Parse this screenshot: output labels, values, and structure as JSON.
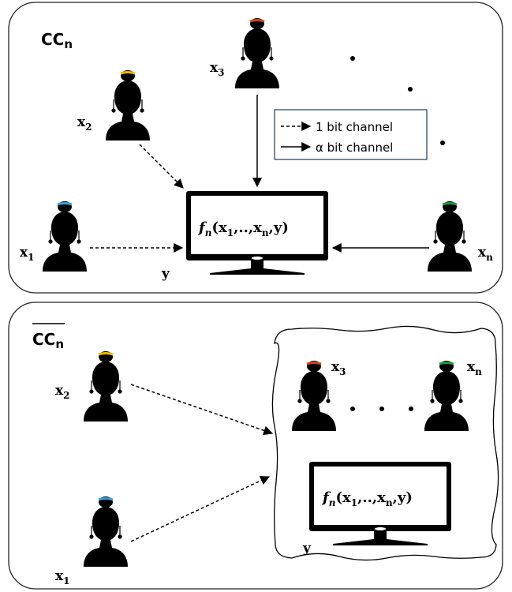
{
  "panel_top": {
    "title_main": "CC",
    "title_sub": "n",
    "parties": [
      {
        "name": "x",
        "sub": "1",
        "hair": "#3aa0e0"
      },
      {
        "name": "x",
        "sub": "2",
        "hair": "#f0b800"
      },
      {
        "name": "x",
        "sub": "3",
        "hair": "#d2451e"
      },
      {
        "name": "x",
        "sub": "n",
        "hair": "#1f9a3c"
      }
    ],
    "monitor": {
      "fn": "f",
      "fn_sub": "n",
      "args": "(x",
      "arg1_sub": "1",
      "mid": ",..,x",
      "argn_sub": "n",
      "tail": ",y)"
    },
    "y_label": "y",
    "legend": [
      {
        "label": "1 bit channel"
      },
      {
        "label": "α bit channel"
      }
    ]
  },
  "panel_bottom": {
    "title_main": "CC",
    "title_sub": "n",
    "parties": [
      {
        "name": "x",
        "sub": "1",
        "hair": "#3aa0e0"
      },
      {
        "name": "x",
        "sub": "2",
        "hair": "#f0b800"
      },
      {
        "name": "x",
        "sub": "3",
        "hair": "#d2451e"
      },
      {
        "name": "x",
        "sub": "n",
        "hair": "#1f9a3c"
      }
    ],
    "monitor": {
      "fn": "f",
      "fn_sub": "n",
      "args": "(x",
      "arg1_sub": "1",
      "mid": ",..,x",
      "argn_sub": "n",
      "tail": ",y)"
    },
    "y_label": "y"
  }
}
